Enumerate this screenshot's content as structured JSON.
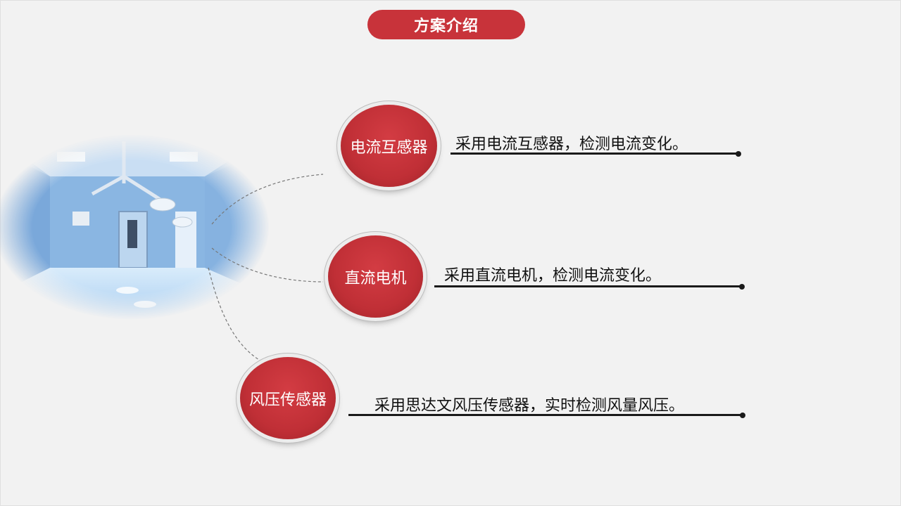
{
  "header": {
    "title": "方案介绍"
  },
  "items": [
    {
      "label": "电流互感器",
      "description": "采用电流互感器，检测电流变化。"
    },
    {
      "label": "直流电机",
      "description": "采用直流电机，检测电流变化。"
    },
    {
      "label": "风压传感器",
      "description": "采用思达文风压传感器，实时检测风量风压。"
    }
  ],
  "colors": {
    "accent": "#c8333a",
    "background": "#f2f2f2",
    "text": "#111111"
  }
}
